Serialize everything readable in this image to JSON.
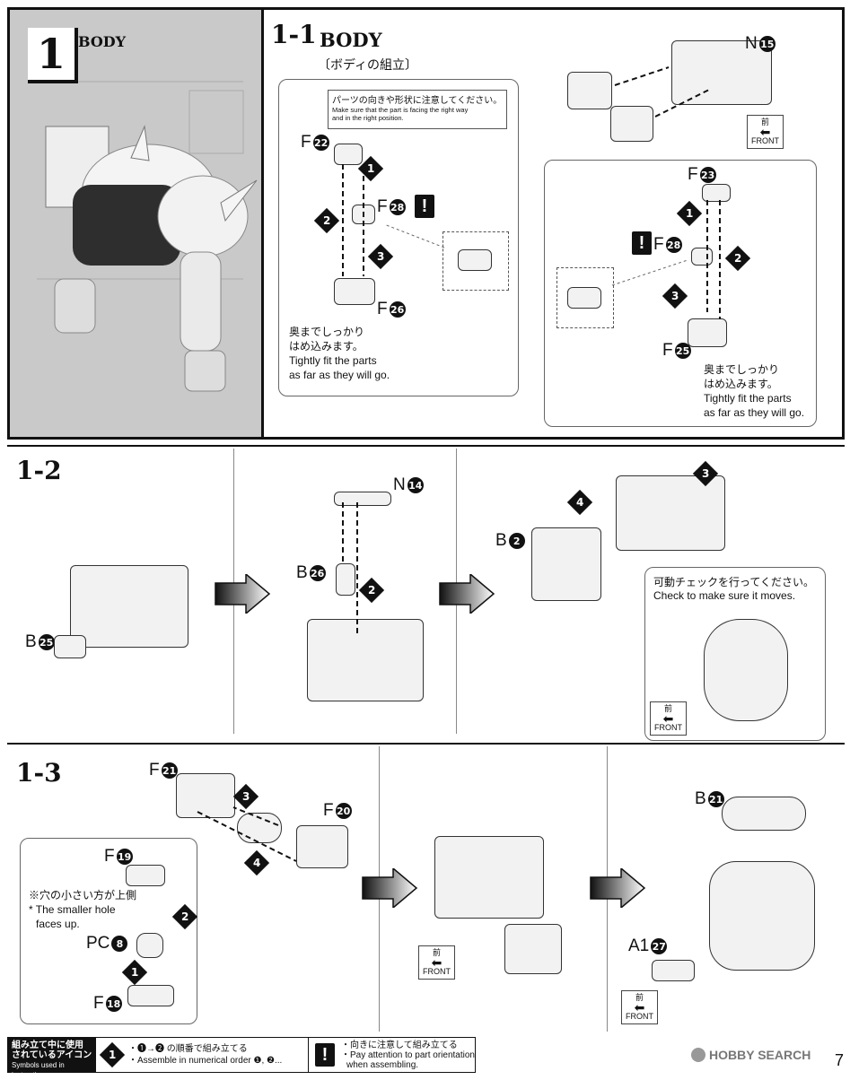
{
  "page_number": "7",
  "section1": {
    "num": "1",
    "title": "BODY",
    "step": "1-1",
    "step_title": "BODY",
    "step_subtitle": "〔ボディの組立〕",
    "front_label_jp": "前",
    "front_label_en": "FRONT",
    "note_orientation_jp": "パーツの向きや形状に注意してください。",
    "note_orientation_en_1": "Make sure that the part is facing the right way",
    "note_orientation_en_2": "and in the right position.",
    "left_fit_jp_1": "奥までしっかり",
    "left_fit_jp_2": "はめ込みます。",
    "left_fit_en_1": "Tightly fit the parts",
    "left_fit_en_2": "as far as they will go.",
    "right_fit_jp_1": "奥までしっかり",
    "right_fit_jp_2": "はめ込みます。",
    "right_fit_en_1": "Tightly fit the parts",
    "right_fit_en_2": "as far as they will go.",
    "parts": {
      "n15": {
        "letter": "N",
        "num": "15"
      },
      "f22": {
        "letter": "F",
        "num": "22"
      },
      "f28a": {
        "letter": "F",
        "num": "28"
      },
      "f26": {
        "letter": "F",
        "num": "26"
      },
      "f23": {
        "letter": "F",
        "num": "23"
      },
      "f28b": {
        "letter": "F",
        "num": "28"
      },
      "f25": {
        "letter": "F",
        "num": "25"
      }
    }
  },
  "section12": {
    "step": "1-2",
    "parts": {
      "b25": {
        "letter": "B",
        "num": "25"
      },
      "n14": {
        "letter": "N",
        "num": "14"
      },
      "b26": {
        "letter": "B",
        "num": "26"
      },
      "b2": {
        "letter": "B",
        "num": "2"
      }
    },
    "check_jp": "可動チェックを行ってください。",
    "check_en": "Check to make sure it moves.",
    "front_jp": "前",
    "front_en": "FRONT"
  },
  "section13": {
    "step": "1-3",
    "parts": {
      "f21": {
        "letter": "F",
        "num": "21"
      },
      "f20": {
        "letter": "F",
        "num": "20"
      },
      "f19": {
        "letter": "F",
        "num": "19"
      },
      "pc8": {
        "letter": "PC",
        "num": "8"
      },
      "f18": {
        "letter": "F",
        "num": "18"
      },
      "b21": {
        "letter": "B",
        "num": "21"
      },
      "a127": {
        "letter": "A1",
        "num": "27"
      }
    },
    "hole_jp": "※穴の小さい方が上側",
    "hole_en_1": "* The smaller hole",
    "hole_en_2": "faces up.",
    "front_jp_a": "前",
    "front_en_a": "FRONT",
    "front_jp_b": "前",
    "front_en_b": "FRONT"
  },
  "footer": {
    "legend_title_jp_1": "組み立て中に使用",
    "legend_title_jp_2": "されているアイコン",
    "legend_title_en": "Symbols used in instructions",
    "order_jp": "・❶→❷ の順番で組み立てる",
    "order_en": "・Assemble in numerical order ❶, ❷...",
    "warn_jp": "・向きに注意して組み立てる",
    "warn_en_1": "・Pay attention to part orientation",
    "warn_en_2": "when assembling.",
    "brand": "HOBBY SEARCH"
  }
}
